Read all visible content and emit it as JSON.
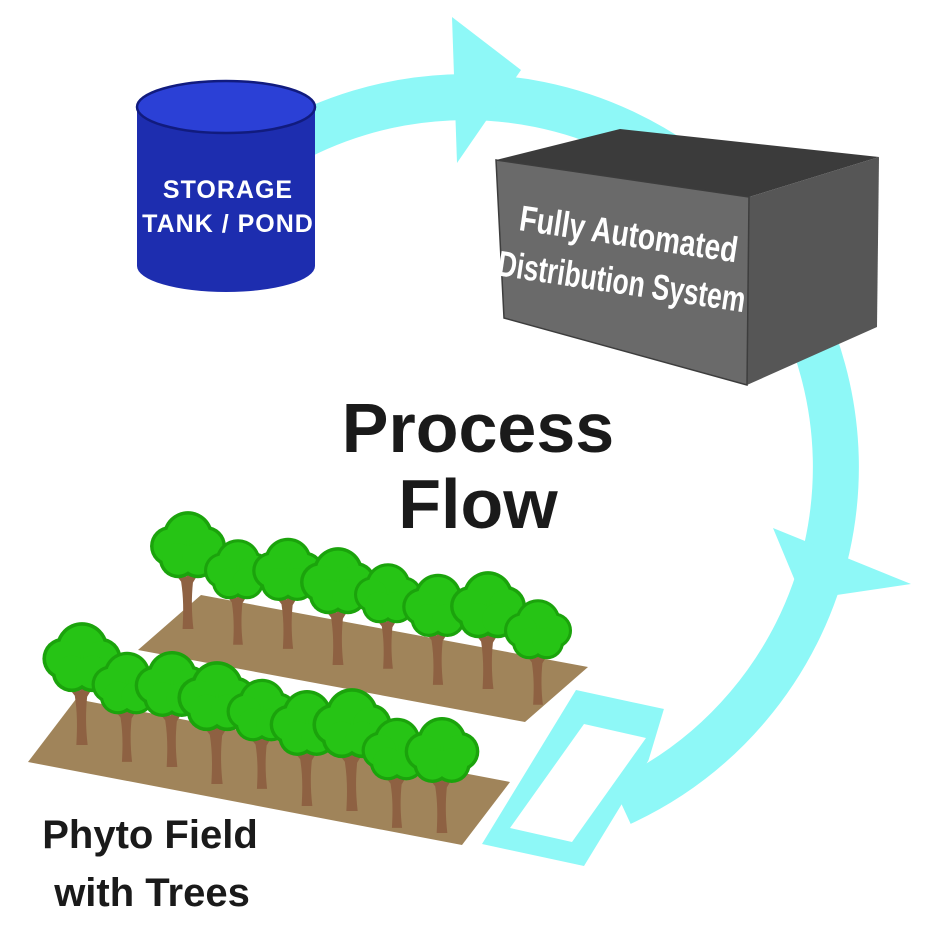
{
  "title": {
    "line1": "Process",
    "line2": "Flow",
    "color": "#1A1A1A"
  },
  "storage_tank": {
    "label_line1": "STORAGE",
    "label_line2": "TANK / POND",
    "body_color": "#1D2DAF",
    "lid_color": "#2B40D6",
    "lid_rim_color": "#111B7E",
    "text_color": "#FFFFFF"
  },
  "distribution_box": {
    "label_line1": "Fully Automated",
    "label_line2": "Distribution System",
    "front_color": "#6A6A6A",
    "top_color": "#3B3B3B",
    "side_color": "#565656",
    "edge_color": "#3D3D3D",
    "text_color": "#FFFFFF"
  },
  "phyto_field": {
    "caption_line1": "Phyto Field",
    "caption_line2": "with Trees",
    "caption_color": "#1A1A1A",
    "soil_color": "#A0845A",
    "tree_canopy_color": "#26C415",
    "tree_canopy_shade_color": "#1BA30C",
    "tree_trunk_color": "#8E6142",
    "rows": [
      {
        "trees": 8
      },
      {
        "trees": 9
      }
    ]
  },
  "flow_cycle": {
    "color": "#8EF8F7"
  }
}
